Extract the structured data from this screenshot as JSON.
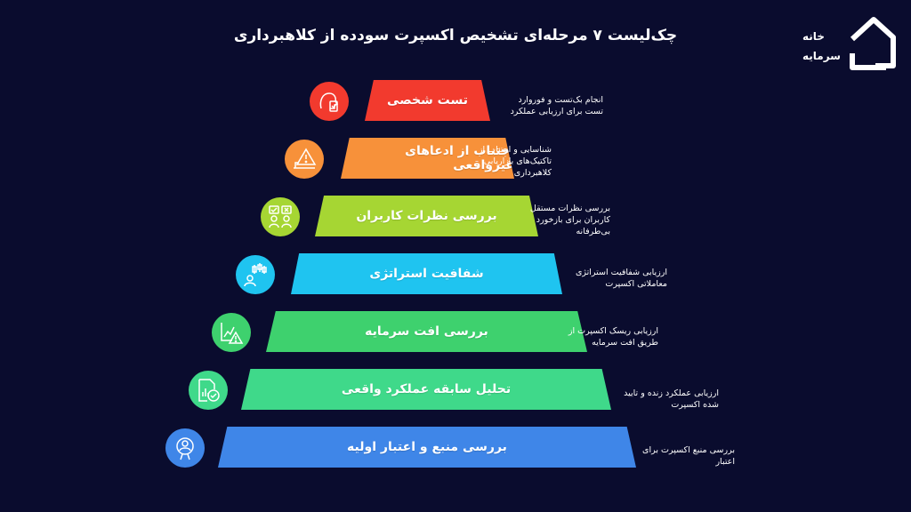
{
  "title": "چک‌لیست ۷ مرحله‌ای تشخیص اکسپرت سودده از کلاهبرداری",
  "logo": {
    "line1": "خانه",
    "line2": "سرمایه"
  },
  "steps": [
    {
      "label": "تست شخصی",
      "color": "#f23a2e",
      "icon": "person-phone-check-icon",
      "desc": [
        "انجام بک‌تست و فوروارد",
        "تست برای ارزیابی عملکرد"
      ]
    },
    {
      "label": "اجتناب از ادعاهای غیرواقعی",
      "color": "#f7913a",
      "icon": "warning-triangles-icon",
      "desc": [
        "شناسایی و اجتناب از",
        "تاکتیک‌های بازاریابی",
        "کلاهبرداری"
      ]
    },
    {
      "label": "بررسی نظرات کاربران",
      "color": "#a6d633",
      "icon": "user-feedback-icon",
      "desc": [
        "بررسی نظرات مستقل",
        "کاربران برای بازخورد",
        "بی‌طرفانه"
      ]
    },
    {
      "label": "شفافیت استراتژی",
      "color": "#1fc4f0",
      "icon": "candlestick-person-icon",
      "desc": [
        "ارزیابی شفافیت استراتژی",
        "معاملاتی اکسپرت"
      ]
    },
    {
      "label": "بررسی افت سرمایه",
      "color": "#3ed16e",
      "icon": "chart-warning-icon",
      "desc": [
        "ارزیابی ریسک اکسپرت از",
        "طریق افت سرمایه"
      ]
    },
    {
      "label": "تحلیل سابقه عملکرد واقعی",
      "color": "#3fd98a",
      "icon": "document-chart-check-icon",
      "desc": [
        "ارزیابی عملکرد زنده و تایید",
        "شده اکسپرت"
      ]
    },
    {
      "label": "بررسی منبع و اعتبار اولیه",
      "color": "#3f86e8",
      "icon": "person-search-icon",
      "desc": [
        "بررسی منبع اکسپرت برای",
        "اعتبار"
      ]
    }
  ]
}
